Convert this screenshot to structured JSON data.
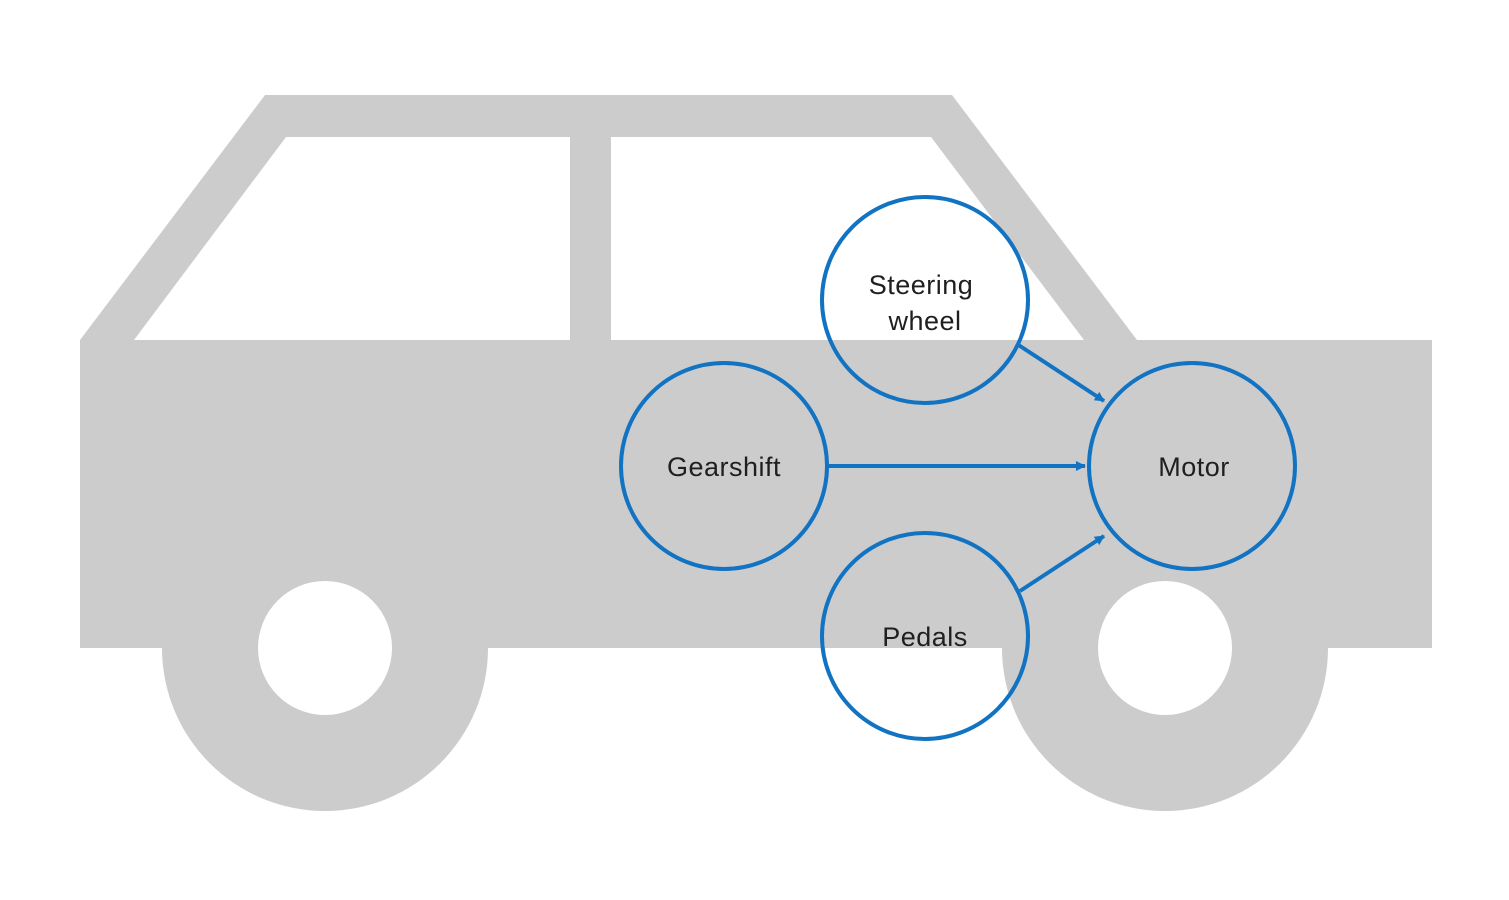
{
  "colors": {
    "car_body": "#cccccd",
    "background": "#ffffff",
    "accent": "#1273c2",
    "text": "#1f1f1f"
  },
  "nodes": {
    "steering": {
      "line1": "Steering",
      "line2": "wheel"
    },
    "gearshift": {
      "label": "Gearshift"
    },
    "pedals": {
      "label": "Pedals"
    },
    "motor": {
      "label": "Motor"
    }
  },
  "edges": [
    {
      "from": "Steering wheel",
      "to": "Motor"
    },
    {
      "from": "Gearshift",
      "to": "Motor"
    },
    {
      "from": "Pedals",
      "to": "Motor"
    }
  ]
}
